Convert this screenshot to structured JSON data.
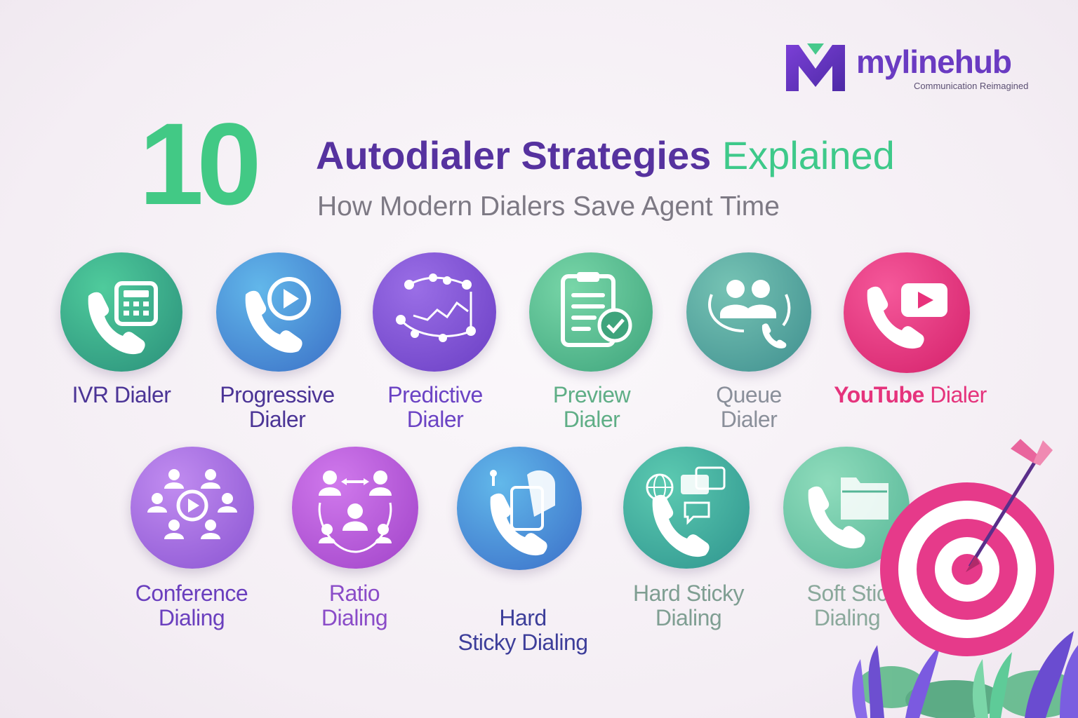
{
  "brand": {
    "name": "mylinehub",
    "tagline": "Communication Reimagined",
    "mark_letter": "M"
  },
  "heading": {
    "number": "10",
    "title_part1": "Autodialer Strategies",
    "title_part2": "Explained",
    "subtitle": "How Modern Dialers Save Agent Time"
  },
  "strategies": [
    {
      "label": "IVR Dialer",
      "icon": "phone-keypad-icon",
      "color": "#31a97f"
    },
    {
      "label": "Progressive\nDialer",
      "icon": "phone-play-icon",
      "color": "#3f86d6"
    },
    {
      "label": "Predictive\nDialer",
      "icon": "network-graph-icon",
      "color": "#7c4fd0"
    },
    {
      "label": "Preview\nDialer",
      "icon": "clipboard-check-icon",
      "color": "#4bbd8a"
    },
    {
      "label": "Queue\nDialer",
      "icon": "people-queue-icon",
      "color": "#4a9a9c"
    },
    {
      "label": "YouTube Dialer",
      "label_strong": "YouTube",
      "label_rest": " Dialer",
      "icon": "phone-video-icon",
      "color": "#e8327c"
    },
    {
      "label": "Conference\nDialing",
      "icon": "conference-group-icon",
      "color": "#9e5ed8"
    },
    {
      "label": "Ratio\nDialing",
      "icon": "ratio-people-icon",
      "color": "#b24fd0"
    },
    {
      "label": "Hard\nSticky Dialing",
      "icon": "phone-sticky-icon",
      "color": "#3a82cf"
    },
    {
      "label": "Hard Sticky\nDialing",
      "icon": "globe-chat-phone-icon",
      "color": "#3aa89d"
    },
    {
      "label": "Soft Sticky\nDialing",
      "visible_label": "Soft Stic\nDialing",
      "icon": "phone-folder-icon",
      "color": "#6cc4a6"
    }
  ]
}
